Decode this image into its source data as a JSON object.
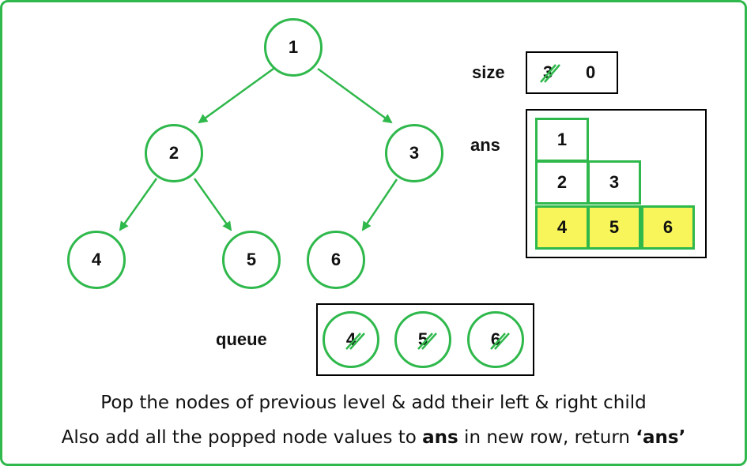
{
  "tree": {
    "nodes": [
      {
        "id": "n1",
        "label": "1"
      },
      {
        "id": "n2",
        "label": "2"
      },
      {
        "id": "n3",
        "label": "3"
      },
      {
        "id": "n4",
        "label": "4"
      },
      {
        "id": "n5",
        "label": "5"
      },
      {
        "id": "n6",
        "label": "6"
      }
    ],
    "edges": [
      [
        "n1",
        "n2"
      ],
      [
        "n1",
        "n3"
      ],
      [
        "n2",
        "n4"
      ],
      [
        "n2",
        "n5"
      ],
      [
        "n3",
        "n6"
      ]
    ]
  },
  "size": {
    "label": "size",
    "old_value": "3",
    "new_value": "0"
  },
  "ans": {
    "label": "ans",
    "rows": [
      [
        "1"
      ],
      [
        "2",
        "3"
      ],
      [
        "4",
        "5",
        "6"
      ]
    ],
    "highlight_row": 2
  },
  "queue": {
    "label": "queue",
    "items": [
      "4",
      "5",
      "6"
    ],
    "items_popped": true
  },
  "caption": {
    "line1": "Pop the nodes of previous level & add their left & right child",
    "line2_pre": "Also add all the popped node values to ",
    "line2_bold1": "ans",
    "line2_mid": " in new row, return ",
    "line2_bold2": "‘ans’"
  },
  "colors": {
    "accent": "#2fb84b",
    "highlight": "#f7f55a",
    "border": "#000000"
  }
}
